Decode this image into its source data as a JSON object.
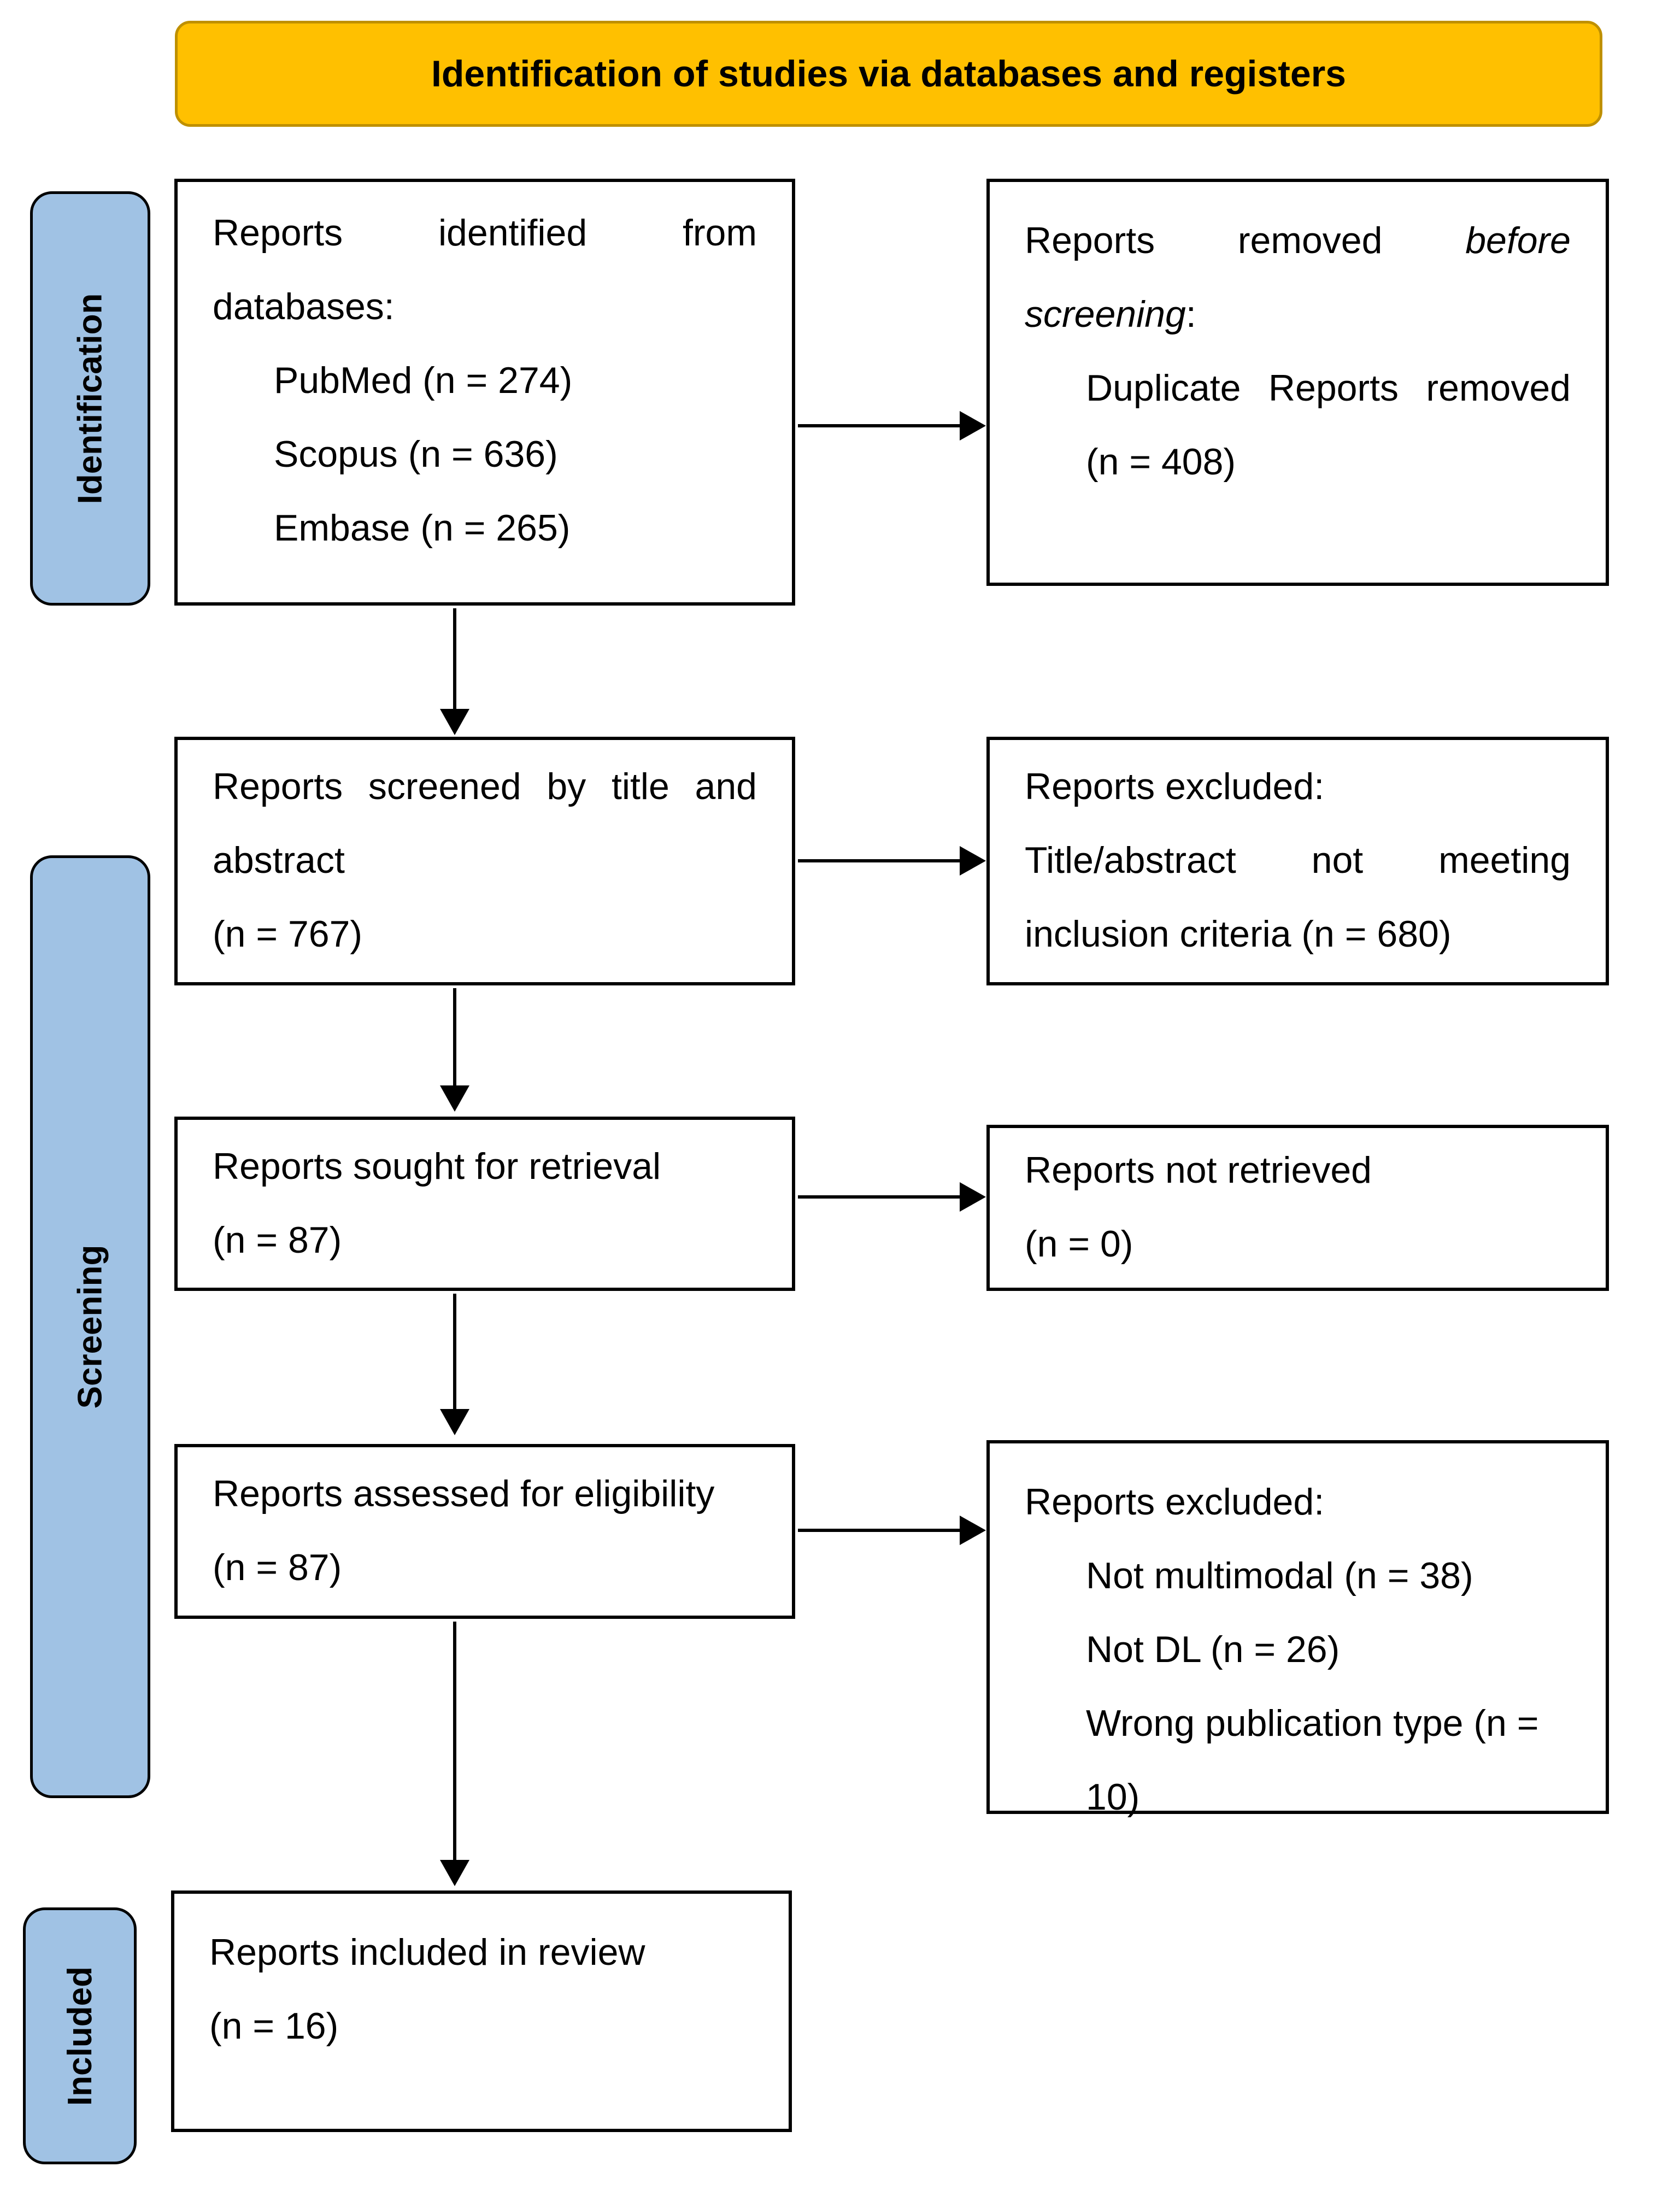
{
  "banner": {
    "text": "Identification of studies via databases and registers"
  },
  "stages": {
    "identification": "Identification",
    "screening": "Screening",
    "included": "Included"
  },
  "boxes": {
    "identified": {
      "line1": "Reports identified from",
      "line2": "databases:",
      "items": [
        "PubMed (n = 274)",
        "Scopus (n = 636)",
        "Embase (n = 265)"
      ]
    },
    "removed": {
      "l1_normal": "Reports removed",
      "l1_italic": "before",
      "l2_italic": "screening",
      "l2_suffix": ":",
      "item1": "Duplicate Reports removed",
      "item2": "(n = 408)"
    },
    "screened": {
      "line1": "Reports screened by title and",
      "line2": "abstract",
      "line3": "(n = 767)"
    },
    "excluded_screening": {
      "line1": "Reports excluded:",
      "line2": "Title/abstract not meeting",
      "line3": "inclusion criteria (n = 680)"
    },
    "sought": {
      "line1": "Reports sought for retrieval",
      "line2": "(n = 87)"
    },
    "not_retrieved": {
      "line1": "Reports not retrieved",
      "line2": "(n = 0)"
    },
    "assessed": {
      "line1": "Reports assessed for eligibility",
      "line2": "(n = 87)"
    },
    "excluded_eligibility": {
      "line1": "Reports excluded:",
      "items": [
        "Not multimodal (n = 38)",
        "Not DL (n = 26)",
        "Wrong publication type (n = 10)"
      ]
    },
    "included": {
      "line1": "Reports included in review",
      "line2": "(n = 16)"
    }
  },
  "colors": {
    "banner-fill": "#FFC000",
    "banner-border": "#BF9000",
    "stage-fill": "#A0C2E4",
    "stage-border": "#000000",
    "box-border": "#000000"
  }
}
